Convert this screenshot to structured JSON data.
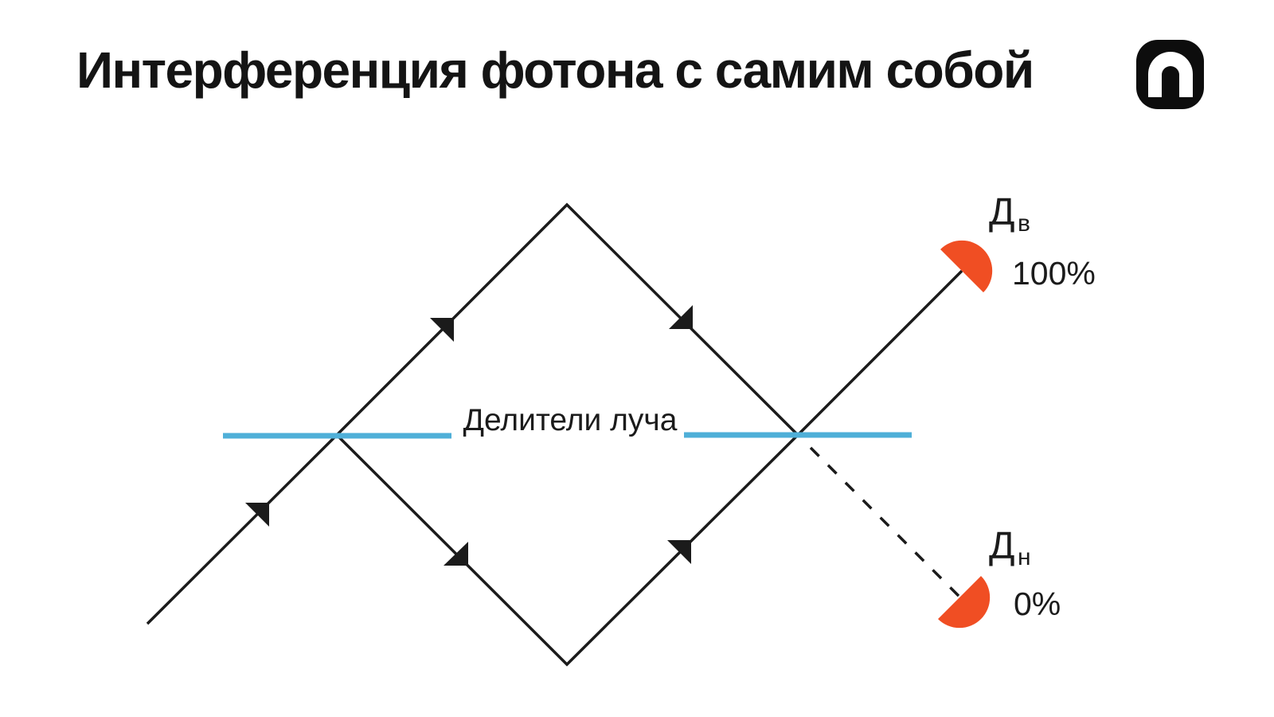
{
  "title": "Интерференция фотона с самим собой",
  "logo": {
    "icon": "n-arch-logo"
  },
  "diagram": {
    "beam_splitters_label": "Делители луча",
    "detectors": {
      "top": {
        "label": "Д",
        "subscript": "в",
        "value": "100%"
      },
      "bottom": {
        "label": "Д",
        "subscript": "н",
        "value": "0%"
      }
    },
    "colors": {
      "beam_splitter": "#4FAFD8",
      "detector": "#F04E23",
      "line": "#1B1B1B"
    }
  }
}
